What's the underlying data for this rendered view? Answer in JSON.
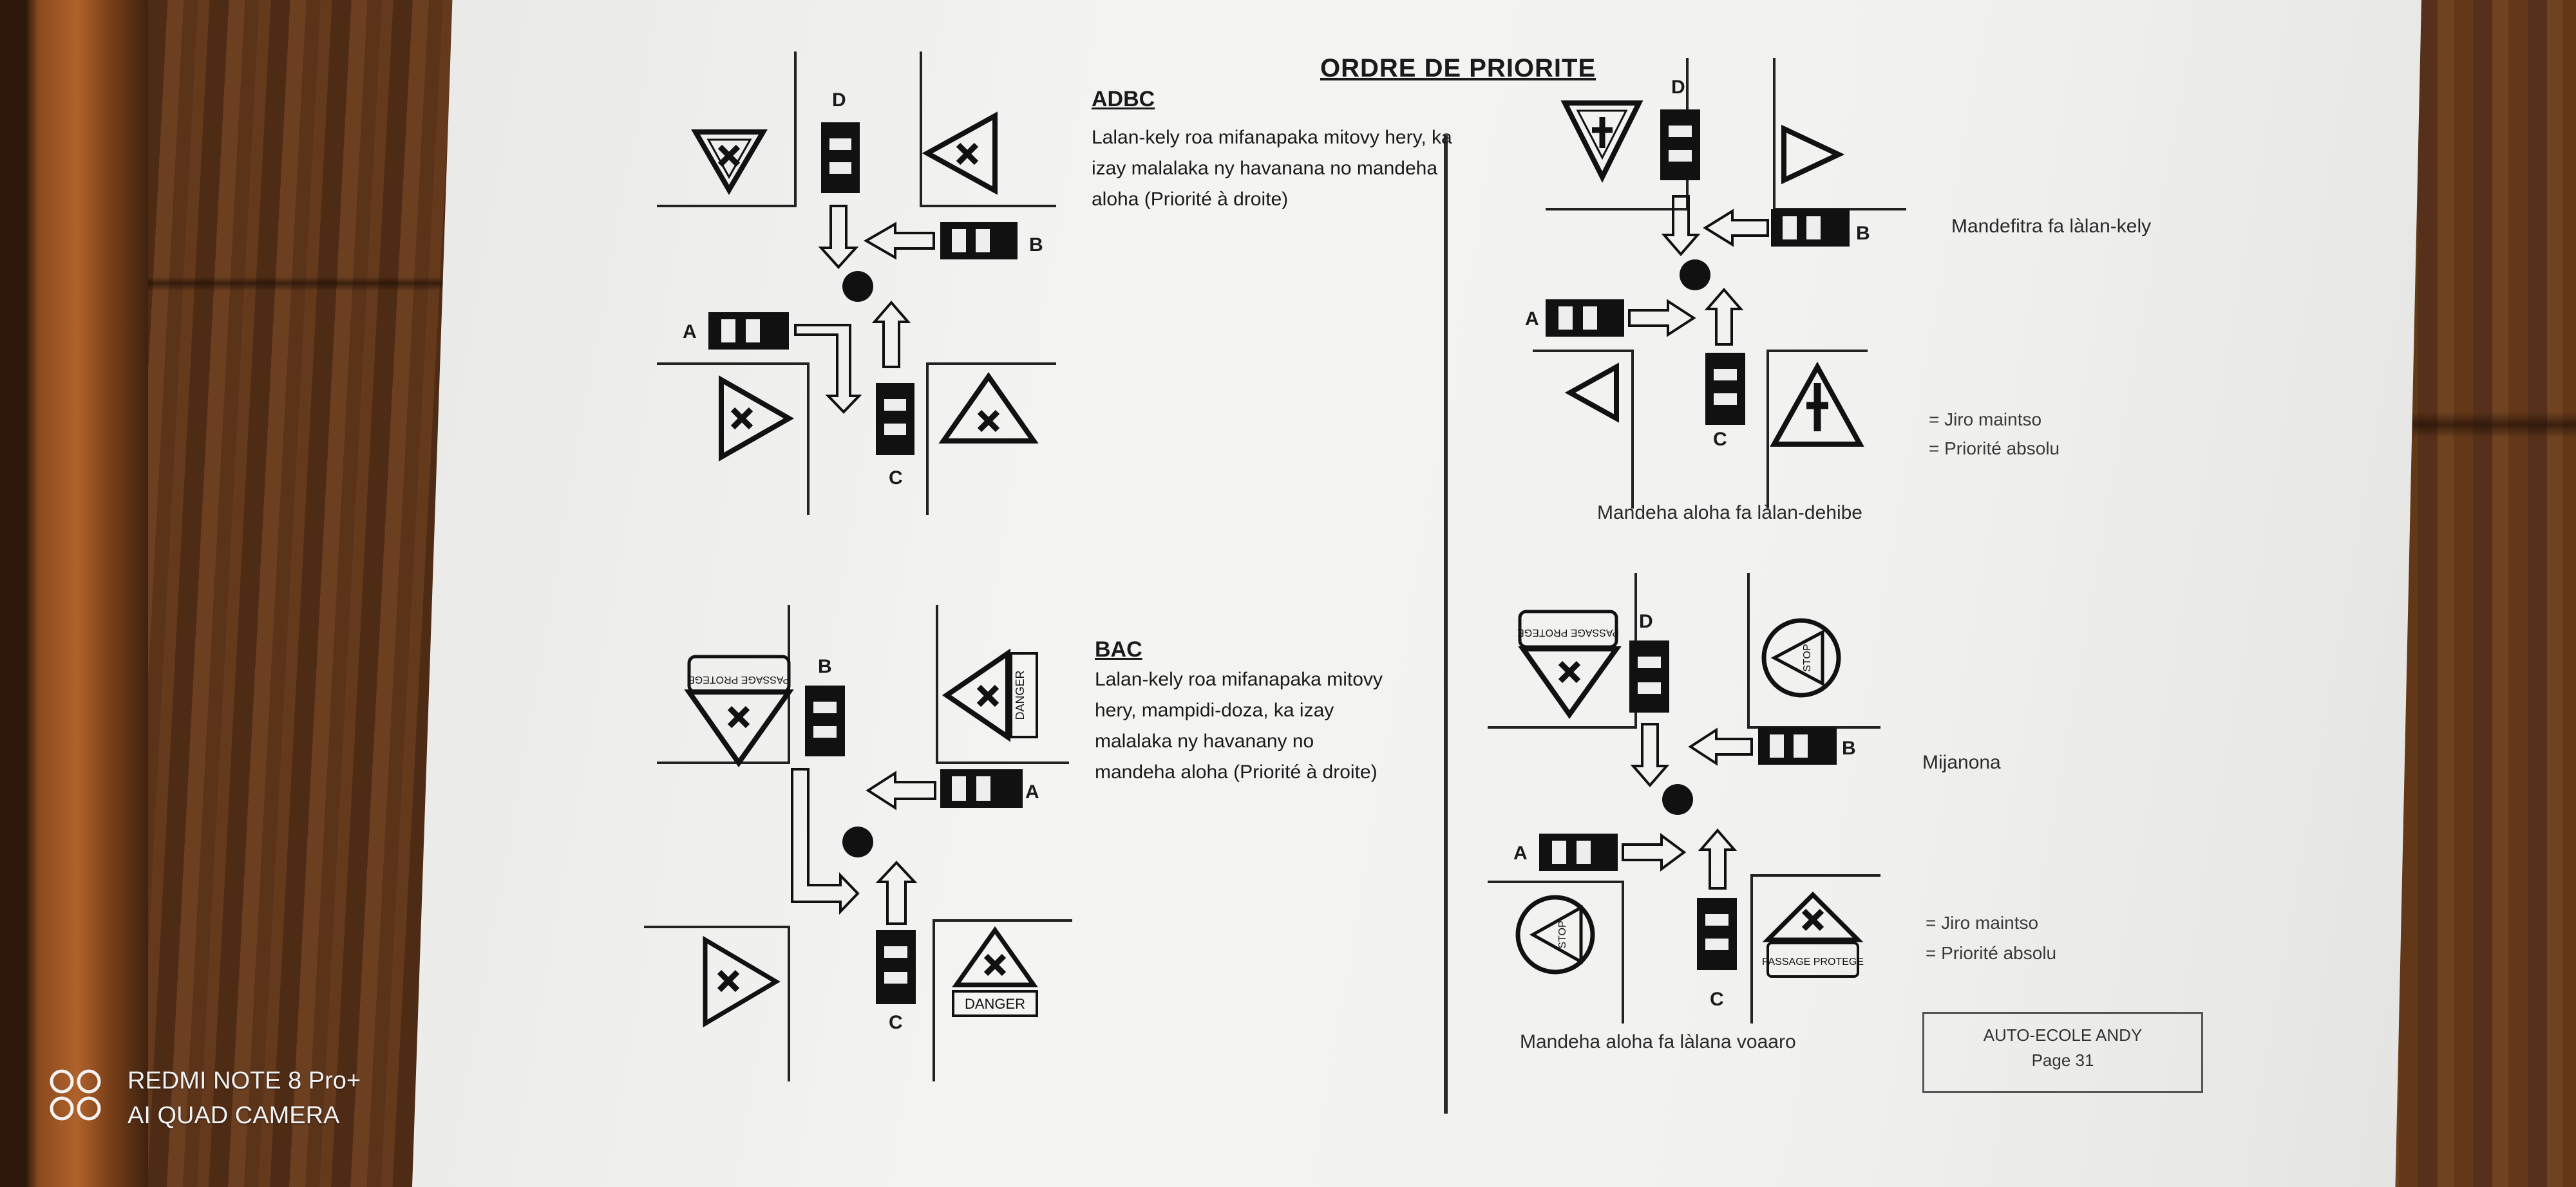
{
  "page": {
    "title": "ORDRE DE PRIORITE",
    "footer_line1": "AUTO-ECOLE ANDY",
    "footer_line2": "Page 31"
  },
  "diagrams": [
    {
      "heading": "ADBC",
      "text": "Lalan-kely roa mifanapaka mitovy hery, ka izay malalaka ny havanana no mandeha aloha (Priorité à droite)",
      "letters": [
        "D",
        "B",
        "A",
        "C"
      ]
    },
    {
      "heading": "BAC",
      "text": "Lalan-kely roa mifanapaka mitovy hery, mampidi-doza, ka izay malalaka ny havanany no mandeha aloha (Priorité à droite)",
      "letters": [
        "B",
        "A",
        "C"
      ],
      "sign_labels": [
        "PASSAGE PROTEGE",
        "DANGER",
        "DANGER"
      ]
    },
    {
      "letters": [
        "D",
        "B",
        "A",
        "C"
      ],
      "side_caption": "Mandefitra fa làlan-kely",
      "bottom_caption": "Mandeha aloha fa làlan-dehibe",
      "notes": [
        "= Jiro maintso",
        "= Priorité absolu"
      ]
    },
    {
      "letters": [
        "D",
        "B",
        "A",
        "C"
      ],
      "side_caption": "Mijanona",
      "bottom_caption": "Mandeha aloha fa làlana voaaro",
      "notes": [
        "= Jiro maintso",
        "= Priorité absolu"
      ],
      "sign_labels": [
        "PASSAGE PROTEGE",
        "STOP",
        "STOP",
        "PASSAGE PROTEGE"
      ]
    }
  ],
  "camera": {
    "line1": "REDMI NOTE 8 Pro+",
    "line2": "AI QUAD CAMERA"
  },
  "colors": {
    "ink": "#1a1a1a",
    "paper": "#f1f1ef",
    "wood": "#5a3319"
  }
}
